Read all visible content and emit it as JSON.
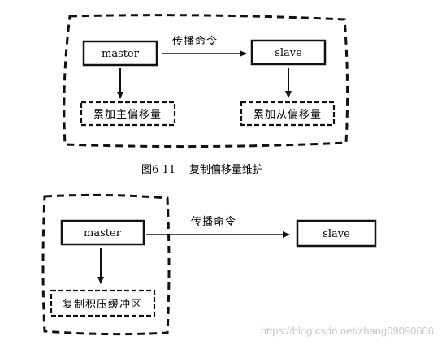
{
  "figure_top": {
    "master_label": "master",
    "slave_label": "slave",
    "arrow_label": "传播命令",
    "master_offset_label": "累加主偏移量",
    "slave_offset_label": "累加从偏移量"
  },
  "caption": {
    "number": "图6-11",
    "title": "复制偏移量维护"
  },
  "figure_bottom": {
    "master_label": "master",
    "slave_label": "slave",
    "arrow_label": "传播命令",
    "backlog_label": "复制积压缓冲区"
  },
  "watermark": "https://blog.csdn.net/zhang09090606"
}
